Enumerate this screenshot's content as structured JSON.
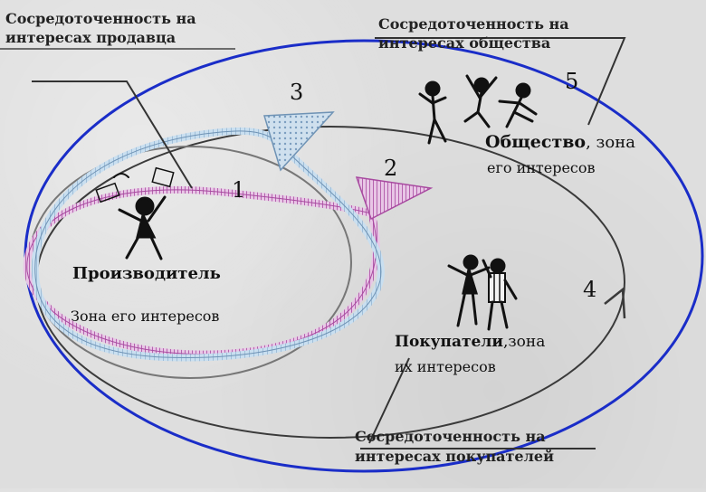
{
  "labels": {
    "seller_focus": [
      "Сосредоточенность на",
      "интересах продавца"
    ],
    "society_focus": [
      "Сосредоточенность на",
      "интересах общества"
    ],
    "buyers_focus": [
      "Сосредоточенность на",
      "интересах покупателей"
    ],
    "producer": "Производитель",
    "producer_zone": "Зона его интересов",
    "society_bold": "Общество",
    "society_rest": ", зона",
    "society_line2": "его интересов",
    "buyers_bold": "Покупатели",
    "buyers_rest": ",зона",
    "buyers_line2": "их интересов"
  },
  "numbers": {
    "n1": "1",
    "n2": "2",
    "n3": "3",
    "n4": "4",
    "n5": "5"
  },
  "colors": {
    "outer_ellipse": "#1a2dc8",
    "arrow_blue": "#8fb4cf",
    "arrow_pink": "#c070b8",
    "arrow_pink_fill": "#d49ad0",
    "arrow_blue_fill": "#b9d2e6",
    "lines": "#333333"
  },
  "icons": [
    "producer-figure-icon",
    "society-figures-icon",
    "buyers-figures-icon"
  ]
}
